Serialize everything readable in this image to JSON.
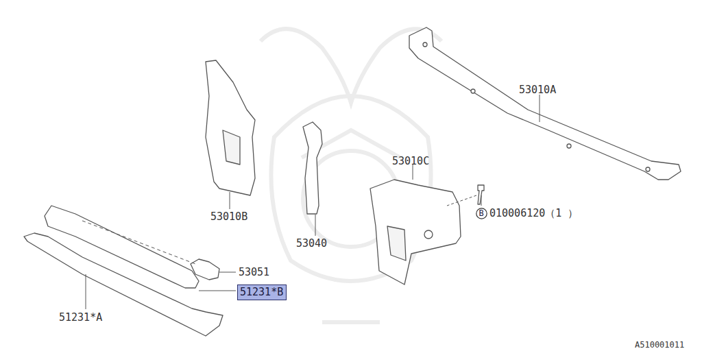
{
  "diagram": {
    "nodes": [
      {
        "text": [
          "51231*B"
        ]
      },
      {
        "text": [
          "B"
        ]
      }
    ],
    "labels": [
      "53010A",
      "53010B",
      "53040",
      "53010C",
      "010006120（1 ）",
      "53051",
      "51231*A",
      "A510001011"
    ]
  }
}
